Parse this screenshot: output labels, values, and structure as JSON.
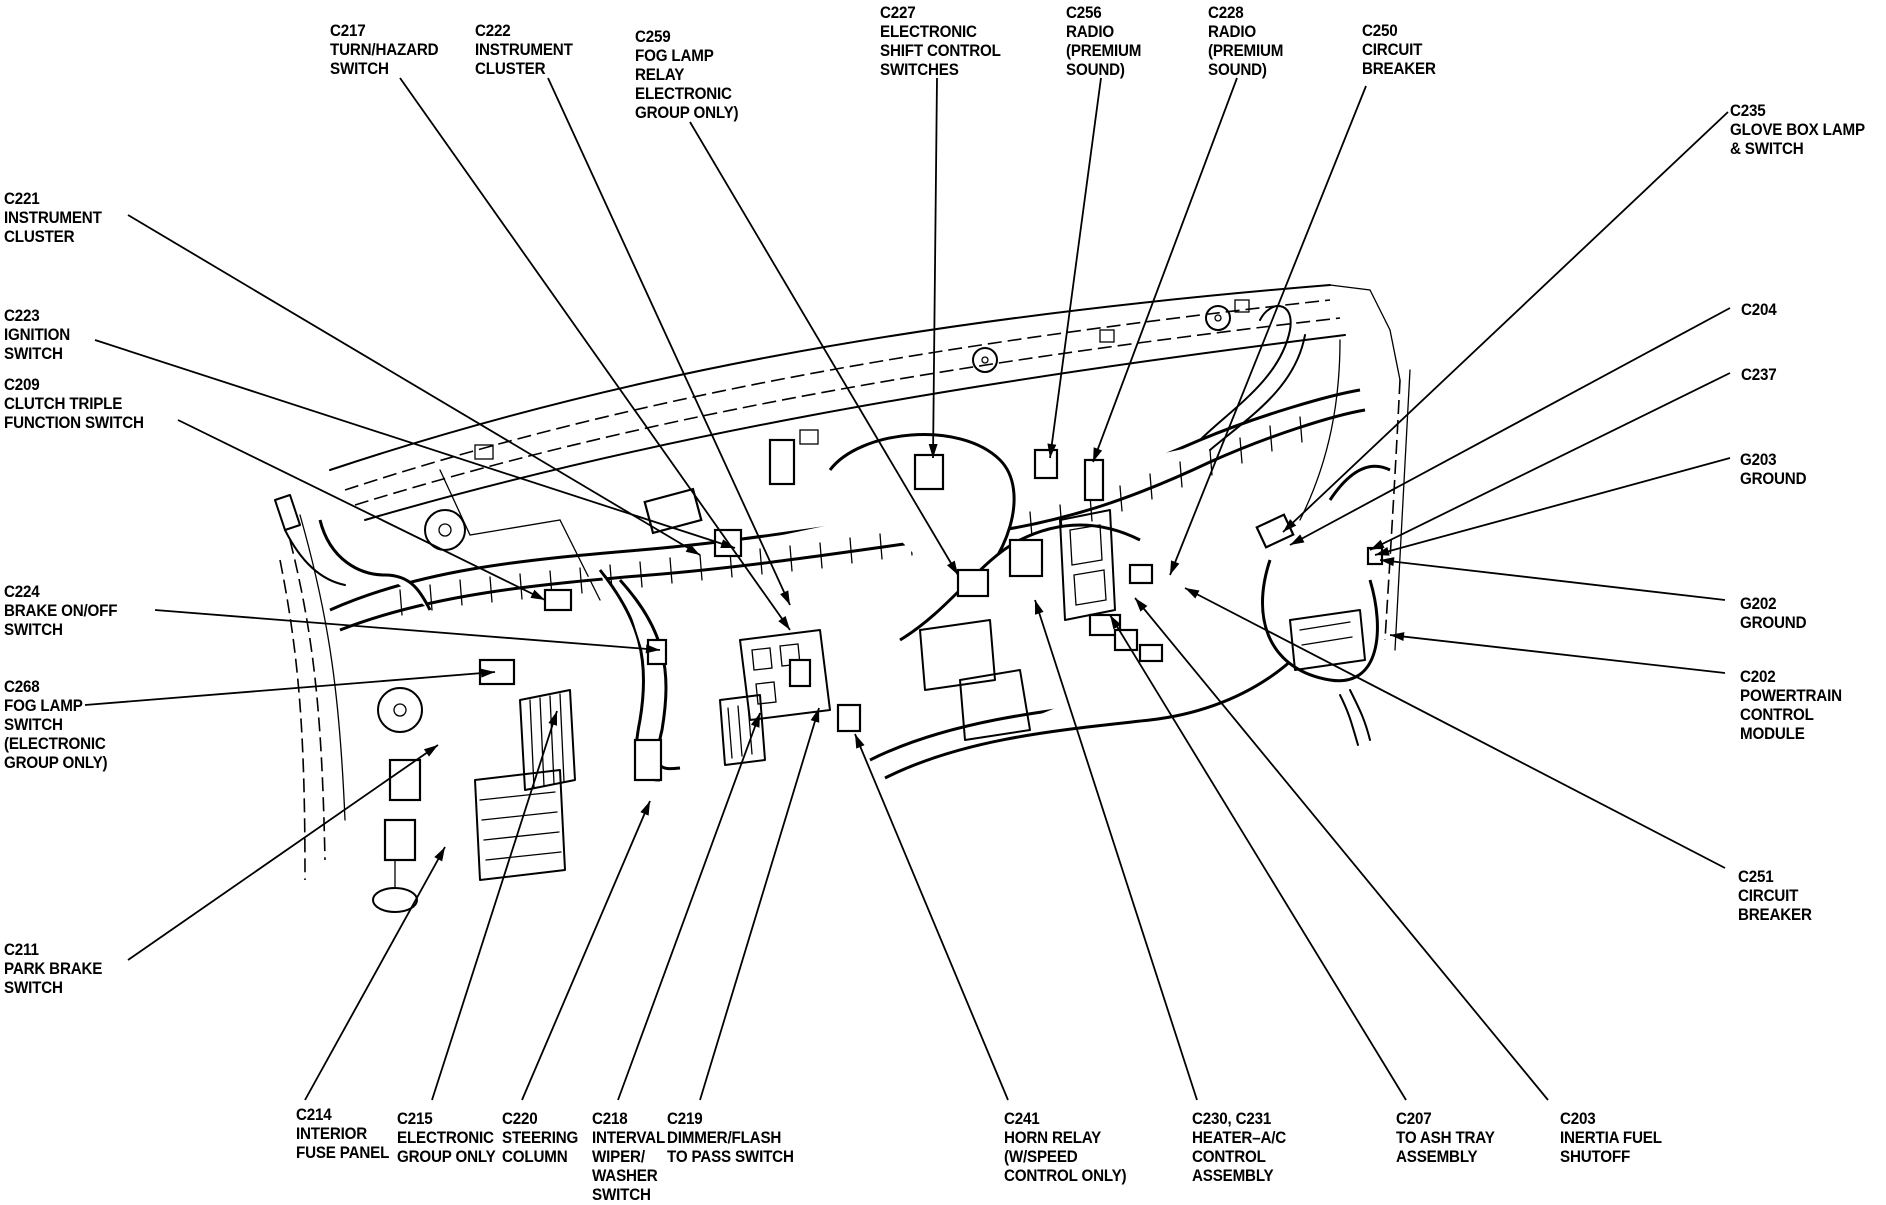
{
  "diagram": {
    "title": "Instrument Panel Wiring Harness Connector Locations",
    "style": "black-and-white line art",
    "labels": [
      {
        "id": "c217",
        "lines": [
          "C217",
          "TURN/HAZARD",
          "SWITCH"
        ]
      },
      {
        "id": "c222",
        "lines": [
          "C222",
          "INSTRUMENT",
          "CLUSTER"
        ]
      },
      {
        "id": "c259",
        "lines": [
          "C259",
          "FOG LAMP",
          "RELAY",
          "ELECTRONIC",
          "GROUP ONLY)"
        ]
      },
      {
        "id": "c227",
        "lines": [
          "C227",
          "ELECTRONIC",
          "SHIFT CONTROL",
          "SWITCHES"
        ]
      },
      {
        "id": "c256",
        "lines": [
          "C256",
          "RADIO",
          "(PREMIUM",
          "SOUND)"
        ]
      },
      {
        "id": "c228",
        "lines": [
          "C228",
          "RADIO",
          "(PREMIUM",
          "SOUND)"
        ]
      },
      {
        "id": "c250",
        "lines": [
          "C250",
          "CIRCUIT",
          "BREAKER"
        ]
      },
      {
        "id": "c235",
        "lines": [
          "C235",
          "GLOVE BOX LAMP",
          "& SWITCH"
        ]
      },
      {
        "id": "c221",
        "lines": [
          "C221",
          "INSTRUMENT",
          "CLUSTER"
        ]
      },
      {
        "id": "c223",
        "lines": [
          "C223",
          "IGNITION",
          "SWITCH"
        ]
      },
      {
        "id": "c209",
        "lines": [
          "C209",
          "CLUTCH TRIPLE",
          "FUNCTION SWITCH"
        ]
      },
      {
        "id": "c224",
        "lines": [
          "C224",
          "BRAKE ON/OFF",
          "SWITCH"
        ]
      },
      {
        "id": "c268",
        "lines": [
          "C268",
          "FOG LAMP",
          "SWITCH",
          "(ELECTRONIC",
          "GROUP ONLY)"
        ]
      },
      {
        "id": "c211",
        "lines": [
          "C211",
          "PARK BRAKE",
          "SWITCH"
        ]
      },
      {
        "id": "c204",
        "lines": [
          "C204"
        ]
      },
      {
        "id": "c237",
        "lines": [
          "C237"
        ]
      },
      {
        "id": "g203",
        "lines": [
          "G203",
          "GROUND"
        ]
      },
      {
        "id": "g202",
        "lines": [
          "G202",
          "GROUND"
        ]
      },
      {
        "id": "c202",
        "lines": [
          "C202",
          "POWERTRAIN",
          "CONTROL",
          "MODULE"
        ]
      },
      {
        "id": "c251",
        "lines": [
          "C251",
          "CIRCUIT",
          "BREAKER"
        ]
      },
      {
        "id": "c214",
        "lines": [
          "C214",
          "INTERIOR",
          "FUSE PANEL"
        ]
      },
      {
        "id": "c215",
        "lines": [
          "C215",
          "ELECTRONIC",
          "GROUP ONLY"
        ]
      },
      {
        "id": "c220",
        "lines": [
          "C220",
          "STEERING",
          "COLUMN"
        ]
      },
      {
        "id": "c218",
        "lines": [
          "C218",
          "INTERVAL",
          "WIPER/",
          "WASHER",
          "SWITCH"
        ]
      },
      {
        "id": "c219",
        "lines": [
          "C219",
          "DIMMER/FLASH",
          "TO PASS SWITCH"
        ]
      },
      {
        "id": "c241",
        "lines": [
          "C241",
          "HORN RELAY",
          "(W/SPEED",
          "CONTROL ONLY)"
        ]
      },
      {
        "id": "c230_c231",
        "lines": [
          "C230, C231",
          "HEATER–A/C",
          "CONTROL",
          "ASSEMBLY"
        ]
      },
      {
        "id": "c207",
        "lines": [
          "C207",
          "TO ASH TRAY",
          "ASSEMBLY"
        ]
      },
      {
        "id": "c203",
        "lines": [
          "C203",
          "INERTIA FUEL",
          "SHUTOFF"
        ]
      }
    ]
  }
}
